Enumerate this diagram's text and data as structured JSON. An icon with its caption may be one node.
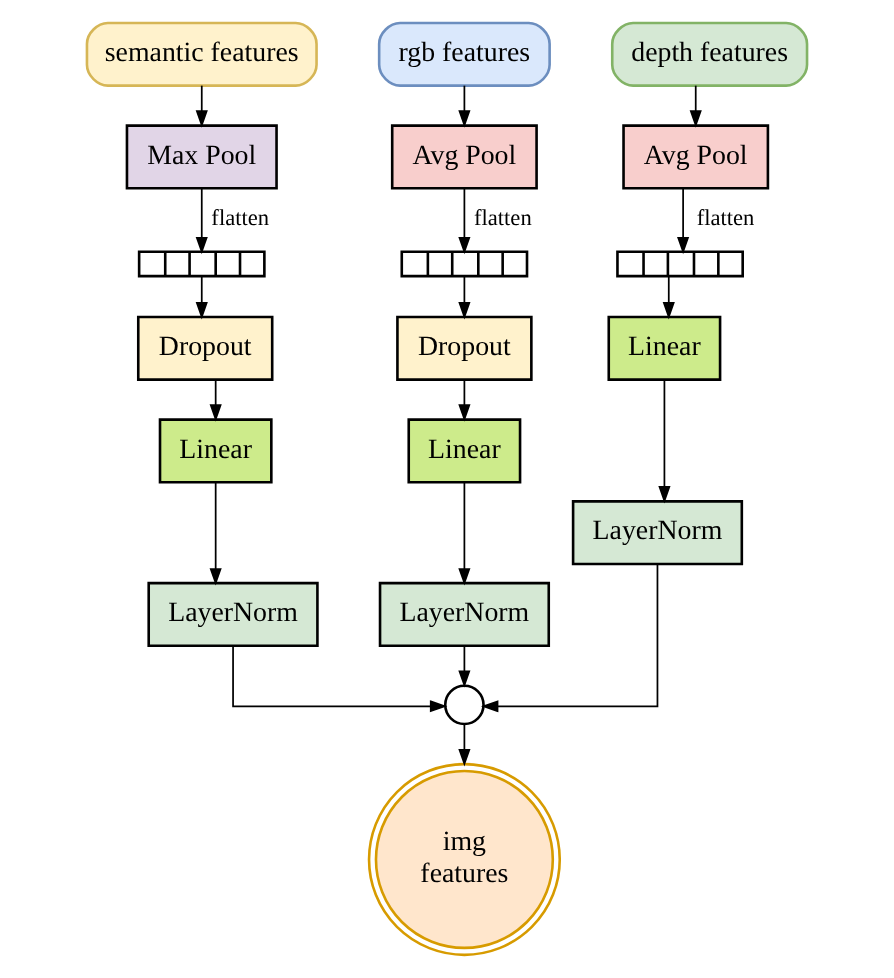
{
  "diagram": {
    "nodes": [
      {
        "text": [
          "semantic features"
        ]
      },
      {
        "text": [
          "Max Pool"
        ]
      },
      {
        "text": [],
        "shape": "bar"
      },
      {
        "text": [
          "Dropout"
        ]
      },
      {
        "text": [
          "Linear"
        ]
      },
      {
        "text": [
          "LayerNorm"
        ]
      },
      {
        "text": [
          "rgb features"
        ]
      },
      {
        "text": [
          "Avg Pool"
        ]
      },
      {
        "text": [],
        "shape": "bar"
      },
      {
        "text": [
          "Dropout"
        ]
      },
      {
        "text": [
          "Linear"
        ]
      },
      {
        "text": [
          "LayerNorm"
        ]
      },
      {
        "text": [
          "depth features"
        ]
      },
      {
        "text": [
          "Avg Pool"
        ]
      },
      {
        "text": [],
        "shape": "bar"
      },
      {
        "text": [
          "Linear"
        ]
      },
      {
        "text": [
          "LayerNorm"
        ]
      },
      {
        "text": [],
        "shape": "circle"
      },
      {
        "text": [
          "img features"
        ]
      }
    ],
    "edges": [
      {
        "from": 0,
        "to": 1,
        "arrow": "to"
      },
      {
        "from": 1,
        "to": 2,
        "arrow": "to",
        "label": "flatten"
      },
      {
        "from": 2,
        "to": 3,
        "arrow": "to"
      },
      {
        "from": 3,
        "to": 4,
        "arrow": "to"
      },
      {
        "from": 4,
        "to": 5,
        "arrow": "to"
      },
      {
        "from": 6,
        "to": 7,
        "arrow": "to"
      },
      {
        "from": 7,
        "to": 8,
        "arrow": "to",
        "label": "flatten"
      },
      {
        "from": 8,
        "to": 9,
        "arrow": "to"
      },
      {
        "from": 9,
        "to": 10,
        "arrow": "to"
      },
      {
        "from": 10,
        "to": 11,
        "arrow": "to"
      },
      {
        "from": 12,
        "to": 13,
        "arrow": "to"
      },
      {
        "from": 13,
        "to": 14,
        "arrow": "to",
        "label": "flatten"
      },
      {
        "from": 14,
        "to": 15,
        "arrow": "to"
      },
      {
        "from": 15,
        "to": 16,
        "arrow": "to"
      },
      {
        "from": 5,
        "to": 17,
        "arrow": "to"
      },
      {
        "from": 11,
        "to": 17,
        "arrow": "to"
      },
      {
        "from": 16,
        "to": 17,
        "arrow": "to"
      },
      {
        "from": 17,
        "to": 18,
        "arrow": "to"
      }
    ]
  }
}
